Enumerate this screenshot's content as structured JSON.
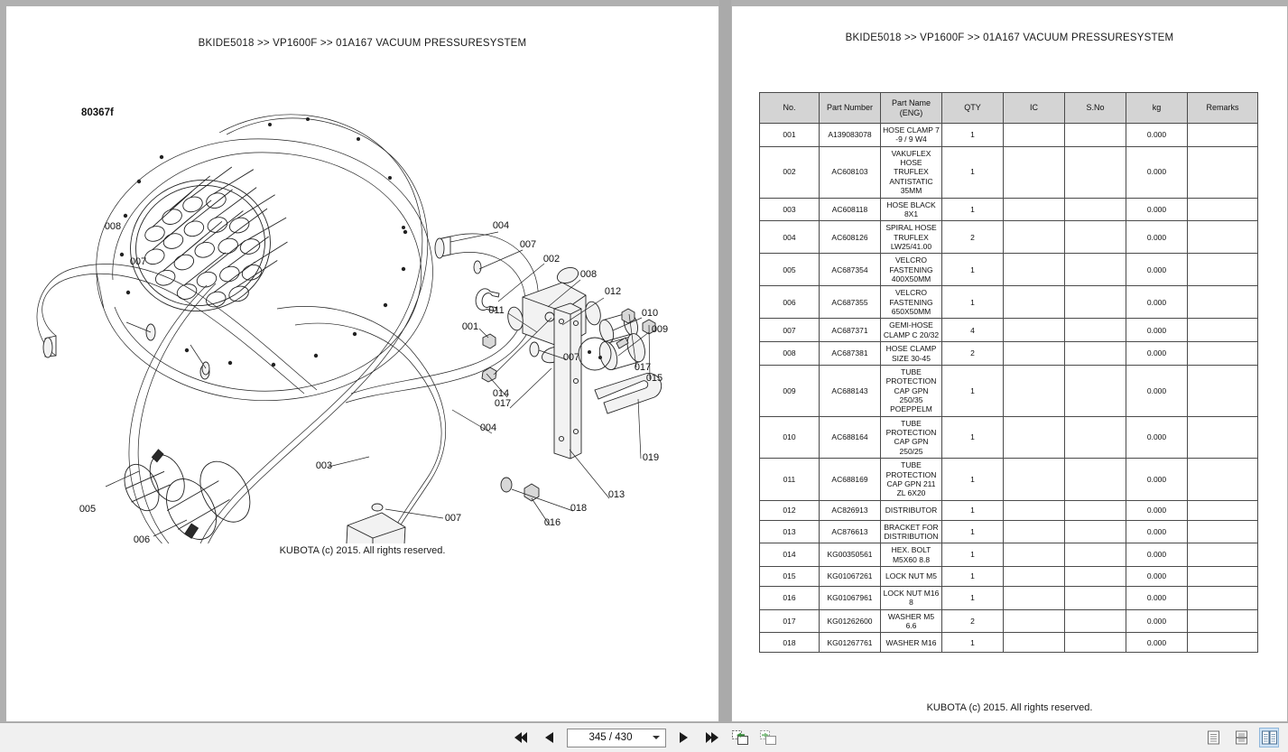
{
  "document": {
    "title": "BKIDE5018 >> VP1600F >> 01A167   VACUUM PRESSURESYSTEM",
    "copyright": "KUBOTA (c) 2015. All rights reserved."
  },
  "left_page": {
    "header_title": "BKIDE5018 >> VP1600F >> 01A167   VACUUM PRESSURESYSTEM",
    "figure_number": "80367f",
    "copyright": "KUBOTA (c) 2015. All rights reserved.",
    "callouts": [
      "008",
      "007",
      "004",
      "007",
      "002",
      "008",
      "012",
      "011",
      "010",
      "001",
      "009",
      "007",
      "017",
      "015",
      "014",
      "017",
      "004",
      "003",
      "005",
      "006",
      "019",
      "013",
      "018",
      "016",
      "007"
    ]
  },
  "right_page": {
    "header_title": "BKIDE5018 >> VP1600F >> 01A167   VACUUM PRESSURESYSTEM",
    "copyright": "KUBOTA (c) 2015. All rights reserved.",
    "table": {
      "columns": [
        "No.",
        "Part Number",
        "Part Name\n(ENG)",
        "QTY",
        "IC",
        "S.No",
        "kg",
        "Remarks"
      ],
      "column_headers": {
        "no": "No.",
        "part_number": "Part Number",
        "part_name_line1": "Part Name",
        "part_name_line2": "(ENG)",
        "qty": "QTY",
        "ic": "IC",
        "sno": "S.No",
        "kg": "kg",
        "remarks": "Remarks"
      },
      "rows": [
        {
          "no": "001",
          "part_number": "A139083078",
          "part_name": "HOSE CLAMP 7 -9 / 9 W4",
          "qty": "1",
          "ic": "",
          "sno": "",
          "kg": "0.000",
          "remarks": ""
        },
        {
          "no": "002",
          "part_number": "AC608103",
          "part_name": "VAKUFLEX HOSE TRUFLEX ANTISTATIC 35MM",
          "qty": "1",
          "ic": "",
          "sno": "",
          "kg": "0.000",
          "remarks": ""
        },
        {
          "no": "003",
          "part_number": "AC608118",
          "part_name": "HOSE BLACK 8X1",
          "qty": "1",
          "ic": "",
          "sno": "",
          "kg": "0.000",
          "remarks": ""
        },
        {
          "no": "004",
          "part_number": "AC608126",
          "part_name": "SPIRAL HOSE TRUFLEX LW25/41.00",
          "qty": "2",
          "ic": "",
          "sno": "",
          "kg": "0.000",
          "remarks": ""
        },
        {
          "no": "005",
          "part_number": "AC687354",
          "part_name": "VELCRO FASTENING 400X50MM",
          "qty": "1",
          "ic": "",
          "sno": "",
          "kg": "0.000",
          "remarks": ""
        },
        {
          "no": "006",
          "part_number": "AC687355",
          "part_name": "VELCRO FASTENING 650X50MM",
          "qty": "1",
          "ic": "",
          "sno": "",
          "kg": "0.000",
          "remarks": ""
        },
        {
          "no": "007",
          "part_number": "AC687371",
          "part_name": "GEMI-HOSE CLAMP  C 20/32",
          "qty": "4",
          "ic": "",
          "sno": "",
          "kg": "0.000",
          "remarks": ""
        },
        {
          "no": "008",
          "part_number": "AC687381",
          "part_name": "HOSE CLAMP SIZE  30-45",
          "qty": "2",
          "ic": "",
          "sno": "",
          "kg": "0.000",
          "remarks": ""
        },
        {
          "no": "009",
          "part_number": "AC688143",
          "part_name": "TUBE PROTECTION CAP  GPN 250/35 POEPPELM",
          "qty": "1",
          "ic": "",
          "sno": "",
          "kg": "0.000",
          "remarks": ""
        },
        {
          "no": "010",
          "part_number": "AC688164",
          "part_name": "TUBE PROTECTION CAP  GPN 250/25",
          "qty": "1",
          "ic": "",
          "sno": "",
          "kg": "0.000",
          "remarks": ""
        },
        {
          "no": "011",
          "part_number": "AC688169",
          "part_name": "TUBE PROTECTION CAP GPN 211 ZL 6X20",
          "qty": "1",
          "ic": "",
          "sno": "",
          "kg": "0.000",
          "remarks": ""
        },
        {
          "no": "012",
          "part_number": "AC826913",
          "part_name": "DISTRIBUTOR",
          "qty": "1",
          "ic": "",
          "sno": "",
          "kg": "0.000",
          "remarks": ""
        },
        {
          "no": "013",
          "part_number": "AC876613",
          "part_name": "BRACKET FOR DISTRIBUTION",
          "qty": "1",
          "ic": "",
          "sno": "",
          "kg": "0.000",
          "remarks": ""
        },
        {
          "no": "014",
          "part_number": "KG00350561",
          "part_name": "HEX. BOLT M5X60 8.8",
          "qty": "1",
          "ic": "",
          "sno": "",
          "kg": "0.000",
          "remarks": ""
        },
        {
          "no": "015",
          "part_number": "KG01067261",
          "part_name": "LOCK NUT M5",
          "qty": "1",
          "ic": "",
          "sno": "",
          "kg": "0.000",
          "remarks": ""
        },
        {
          "no": "016",
          "part_number": "KG01067961",
          "part_name": "LOCK NUT M16 8",
          "qty": "1",
          "ic": "",
          "sno": "",
          "kg": "0.000",
          "remarks": ""
        },
        {
          "no": "017",
          "part_number": "KG01262600",
          "part_name": "WASHER M5 6.6",
          "qty": "2",
          "ic": "",
          "sno": "",
          "kg": "0.000",
          "remarks": ""
        },
        {
          "no": "018",
          "part_number": "KG01267761",
          "part_name": "WASHER M16",
          "qty": "1",
          "ic": "",
          "sno": "",
          "kg": "0.000",
          "remarks": ""
        }
      ]
    }
  },
  "toolbar": {
    "first_page_label": "first-page",
    "previous_page_label": "previous-page",
    "next_page_label": "next-page",
    "last_page_label": "last-page",
    "page_indicator": "345 / 430",
    "page_current": "345",
    "page_total": "430",
    "page_placeholder": "345 / 430",
    "export_prev_label": "transfer-previous",
    "export_next_label": "transfer-next",
    "view_single_label": "single-page-view",
    "view_continuous_label": "continuous-view",
    "view_two_page_label": "two-page-view",
    "view_active": "two-page-view"
  },
  "colors": {
    "page_border": "#b0b0b0",
    "page_gap": "#aaaaaa",
    "toolbar_bg": "#f0f0f0",
    "table_header_bg": "#d4d4d4",
    "table_border": "#4a4a4a",
    "active_view_bg": "#cfe3f5",
    "icon_accent": "#3e8e41"
  }
}
